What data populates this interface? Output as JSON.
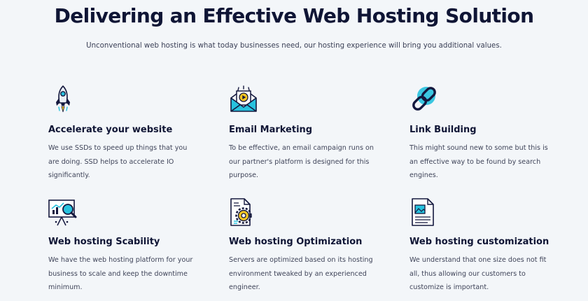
{
  "header": {
    "title": "Delivering an Effective Web Hosting Solution",
    "subtitle": "Unconventional web hosting is what today businesses need, our hosting experience will bring you additional values."
  },
  "colors": {
    "dark": "#14183e",
    "accent": "#27c2de",
    "yellow": "#f6c623",
    "background": "#f3f6f9"
  },
  "features": [
    {
      "icon": "rocket-icon",
      "title": "Accelerate your website",
      "description": "We use SSDs to speed up things that you are doing. SSD helps to accelerate IO significantly."
    },
    {
      "icon": "email-envelope-icon",
      "title": "Email Marketing",
      "description": "To be effective, an email campaign runs on our partner's platform is designed for this purpose."
    },
    {
      "icon": "chain-link-icon",
      "title": "Link Building",
      "description": "This might sound new to some but this is an effective way to be found by search engines."
    },
    {
      "icon": "chart-magnifier-icon",
      "title": "Web hosting Scability",
      "description": "We have the web hosting platform for your business to scale and keep the downtime minimum."
    },
    {
      "icon": "document-gear-icon",
      "title": "Web hosting Optimization",
      "description": "Servers are optimized based on its hosting environment tweaked by an experienced engineer."
    },
    {
      "icon": "document-image-icon",
      "title": "Web hosting customization",
      "description": "We understand that one size does not fit all, thus allowing our customers to customize is important."
    }
  ]
}
